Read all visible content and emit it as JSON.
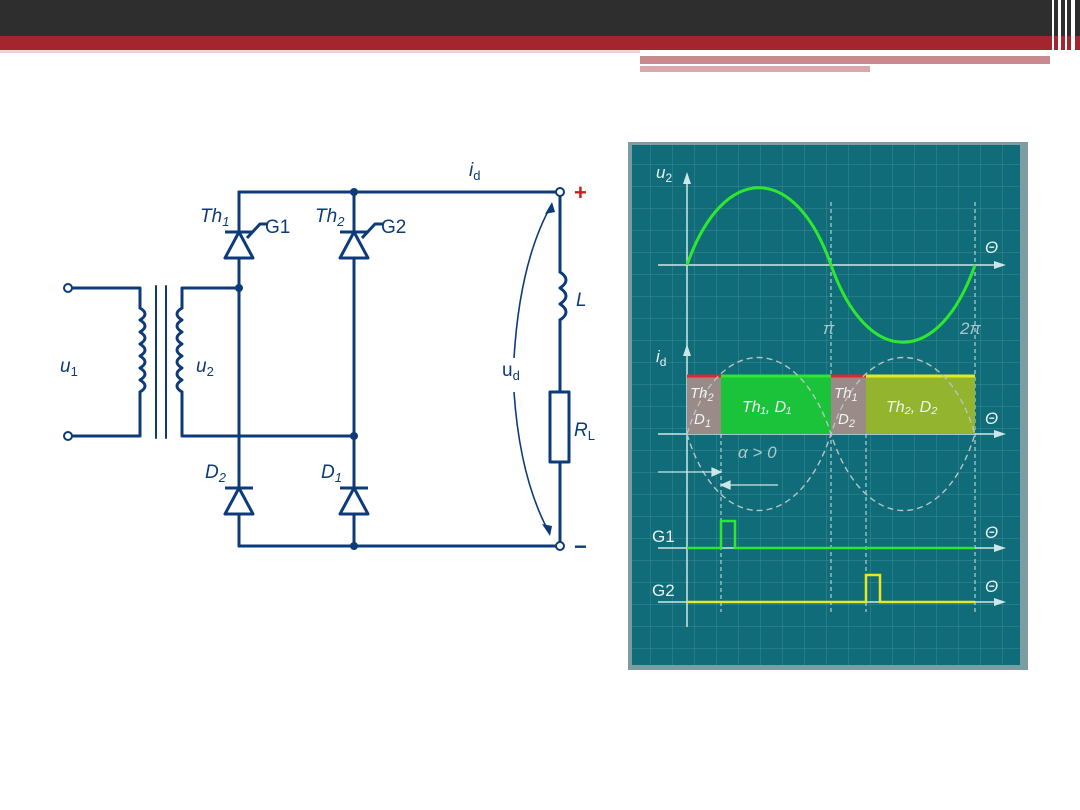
{
  "circuit": {
    "labels": {
      "th1": "Th",
      "th1_sub": "1",
      "g1": "G1",
      "th2": "Th",
      "th2_sub": "2",
      "g2": "G2",
      "id": "i",
      "id_sub": "d",
      "plus": "+",
      "minus": "−",
      "inductor": "L",
      "resistor": "R",
      "resistor_sub": "L",
      "ud": "u",
      "ud_sub": "d",
      "u1": "u",
      "u1_sub": "1",
      "u2": "u",
      "u2_sub": "2",
      "d2": "D",
      "d2_sub": "2",
      "d1": "D",
      "d1_sub": "1"
    },
    "colors": {
      "wire": "#0d3b7a",
      "terminal": "#d11a1a"
    }
  },
  "waveform_panel": {
    "u2_label": "u",
    "u2_sub": "2",
    "theta": "Θ",
    "pi": "π",
    "two_pi": "2π",
    "id_label": "i",
    "id_sub": "d",
    "alpha": "α > 0",
    "seg1_top": "Th",
    "seg1_top_sub": "2",
    "seg1_bot": "D",
    "seg1_bot_sub": "1",
    "seg2": "Th₁, D₁",
    "seg3_top": "Th",
    "seg3_top_sub": "1",
    "seg3_bot": "D",
    "seg3_bot_sub": "2",
    "seg4": "Th₂, D₂",
    "g1_label": "G1",
    "g2_label": "G2",
    "colors": {
      "background": "#0f6c78",
      "grid": "#3d8b95",
      "sine": "#2ee82e",
      "seg_green": "#1bc33a",
      "seg_yellow": "#93b42e",
      "seg_gray": "#9a8a88",
      "pulse_g1": "#2ee82e",
      "pulse_g2": "#e8e81e",
      "red_mark": "#e0262e"
    }
  }
}
